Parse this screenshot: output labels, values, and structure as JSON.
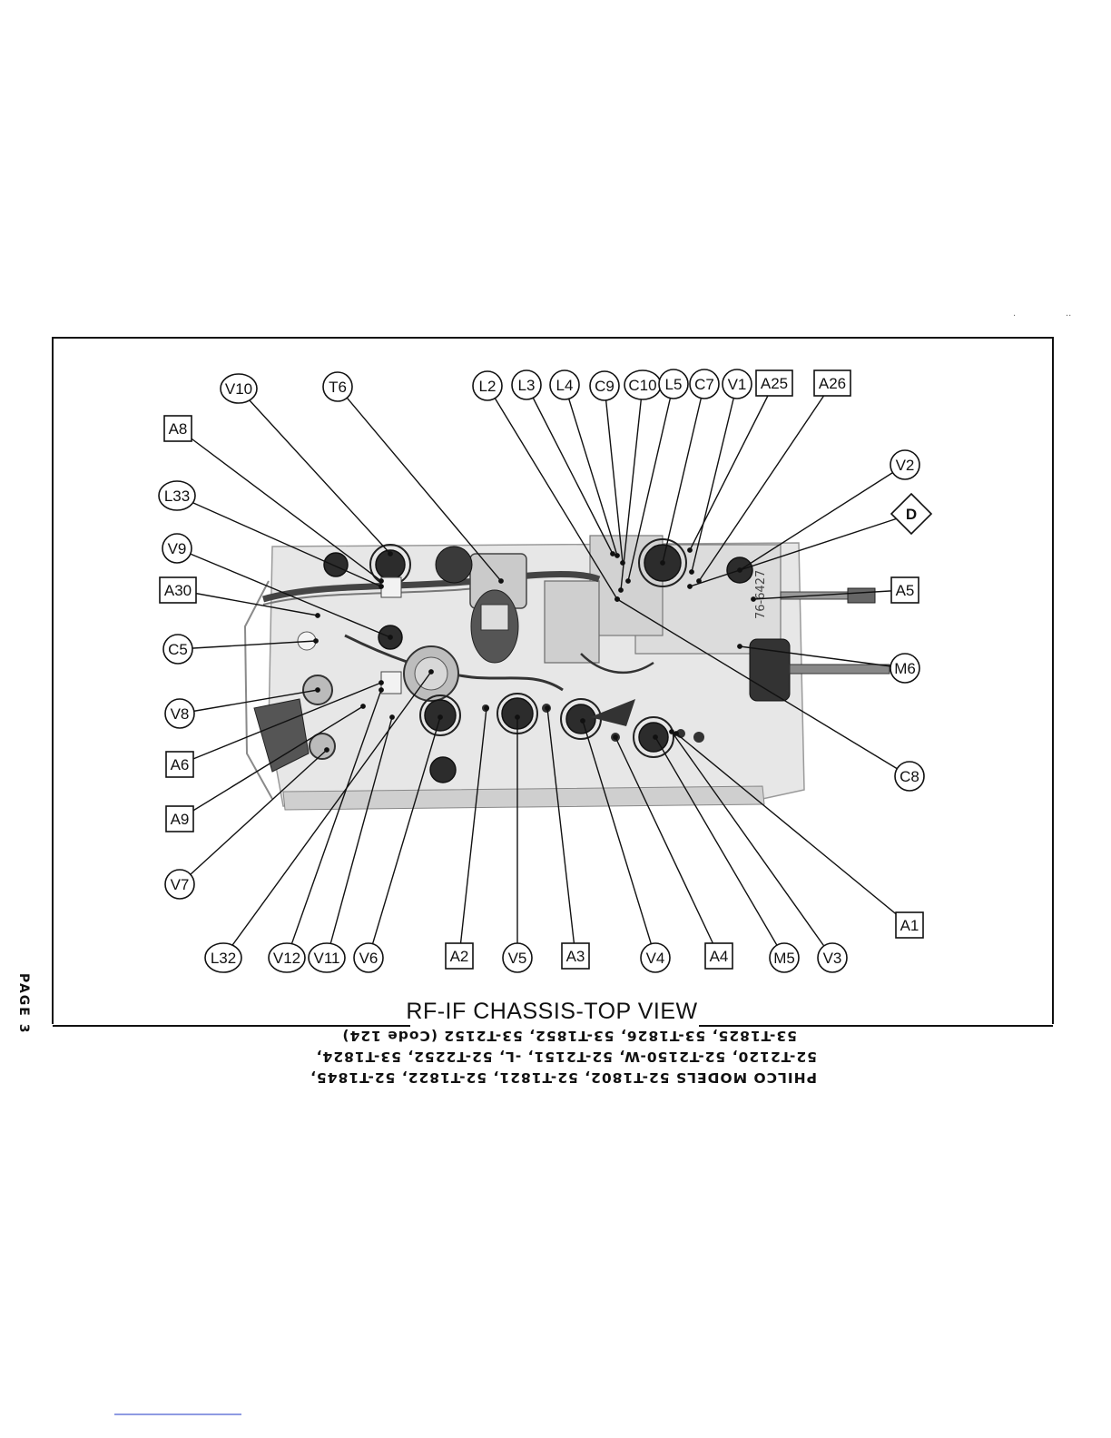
{
  "figure": {
    "caption": "RF-IF CHASSIS-TOP VIEW",
    "model_lines": [
      "PHILCO MODELS 52-T1802, 52-T1821, 52-T1822, 52-T1845,",
      "52-T2120, 52-T2150-W, 52-T2151, -L, 52-T2252, 53-T1824,",
      "53-T1825, 53-T1826, 53-T1852, 53-T2152 (Code 124)"
    ],
    "page_label": "PAGE 3",
    "chassis_stamp": "76-6427",
    "top_marks": [
      "·",
      "··"
    ]
  },
  "callouts": {
    "top": [
      {
        "text": "V10",
        "shape": "circle"
      },
      {
        "text": "T6",
        "shape": "circle"
      },
      {
        "text": "L2",
        "shape": "circle"
      },
      {
        "text": "L3",
        "shape": "circle"
      },
      {
        "text": "L4",
        "shape": "circle"
      },
      {
        "text": "C9",
        "shape": "circle"
      },
      {
        "text": "C10",
        "shape": "circle"
      },
      {
        "text": "L5",
        "shape": "circle"
      },
      {
        "text": "C7",
        "shape": "circle"
      },
      {
        "text": "V1",
        "shape": "circle"
      },
      {
        "text": "A25",
        "shape": "box"
      },
      {
        "text": "A26",
        "shape": "box"
      }
    ],
    "left": [
      {
        "text": "A8",
        "shape": "box"
      },
      {
        "text": "L33",
        "shape": "circle"
      },
      {
        "text": "V9",
        "shape": "circle"
      },
      {
        "text": "A30",
        "shape": "box"
      },
      {
        "text": "C5",
        "shape": "circle"
      },
      {
        "text": "V8",
        "shape": "circle"
      },
      {
        "text": "A6",
        "shape": "box"
      },
      {
        "text": "A9",
        "shape": "box"
      },
      {
        "text": "V7",
        "shape": "circle"
      }
    ],
    "right": [
      {
        "text": "V2",
        "shape": "circle"
      },
      {
        "text": "D",
        "shape": "diamond"
      },
      {
        "text": "A5",
        "shape": "box"
      },
      {
        "text": "M6",
        "shape": "circle"
      },
      {
        "text": "C8",
        "shape": "circle"
      },
      {
        "text": "A1",
        "shape": "box"
      }
    ],
    "bottom": [
      {
        "text": "L32",
        "shape": "circle"
      },
      {
        "text": "V12",
        "shape": "circle"
      },
      {
        "text": "V11",
        "shape": "circle"
      },
      {
        "text": "V6",
        "shape": "circle"
      },
      {
        "text": "A2",
        "shape": "box"
      },
      {
        "text": "V5",
        "shape": "circle"
      },
      {
        "text": "A3",
        "shape": "box"
      },
      {
        "text": "V4",
        "shape": "circle"
      },
      {
        "text": "A4",
        "shape": "box"
      },
      {
        "text": "M5",
        "shape": "circle"
      },
      {
        "text": "V3",
        "shape": "circle"
      }
    ]
  }
}
